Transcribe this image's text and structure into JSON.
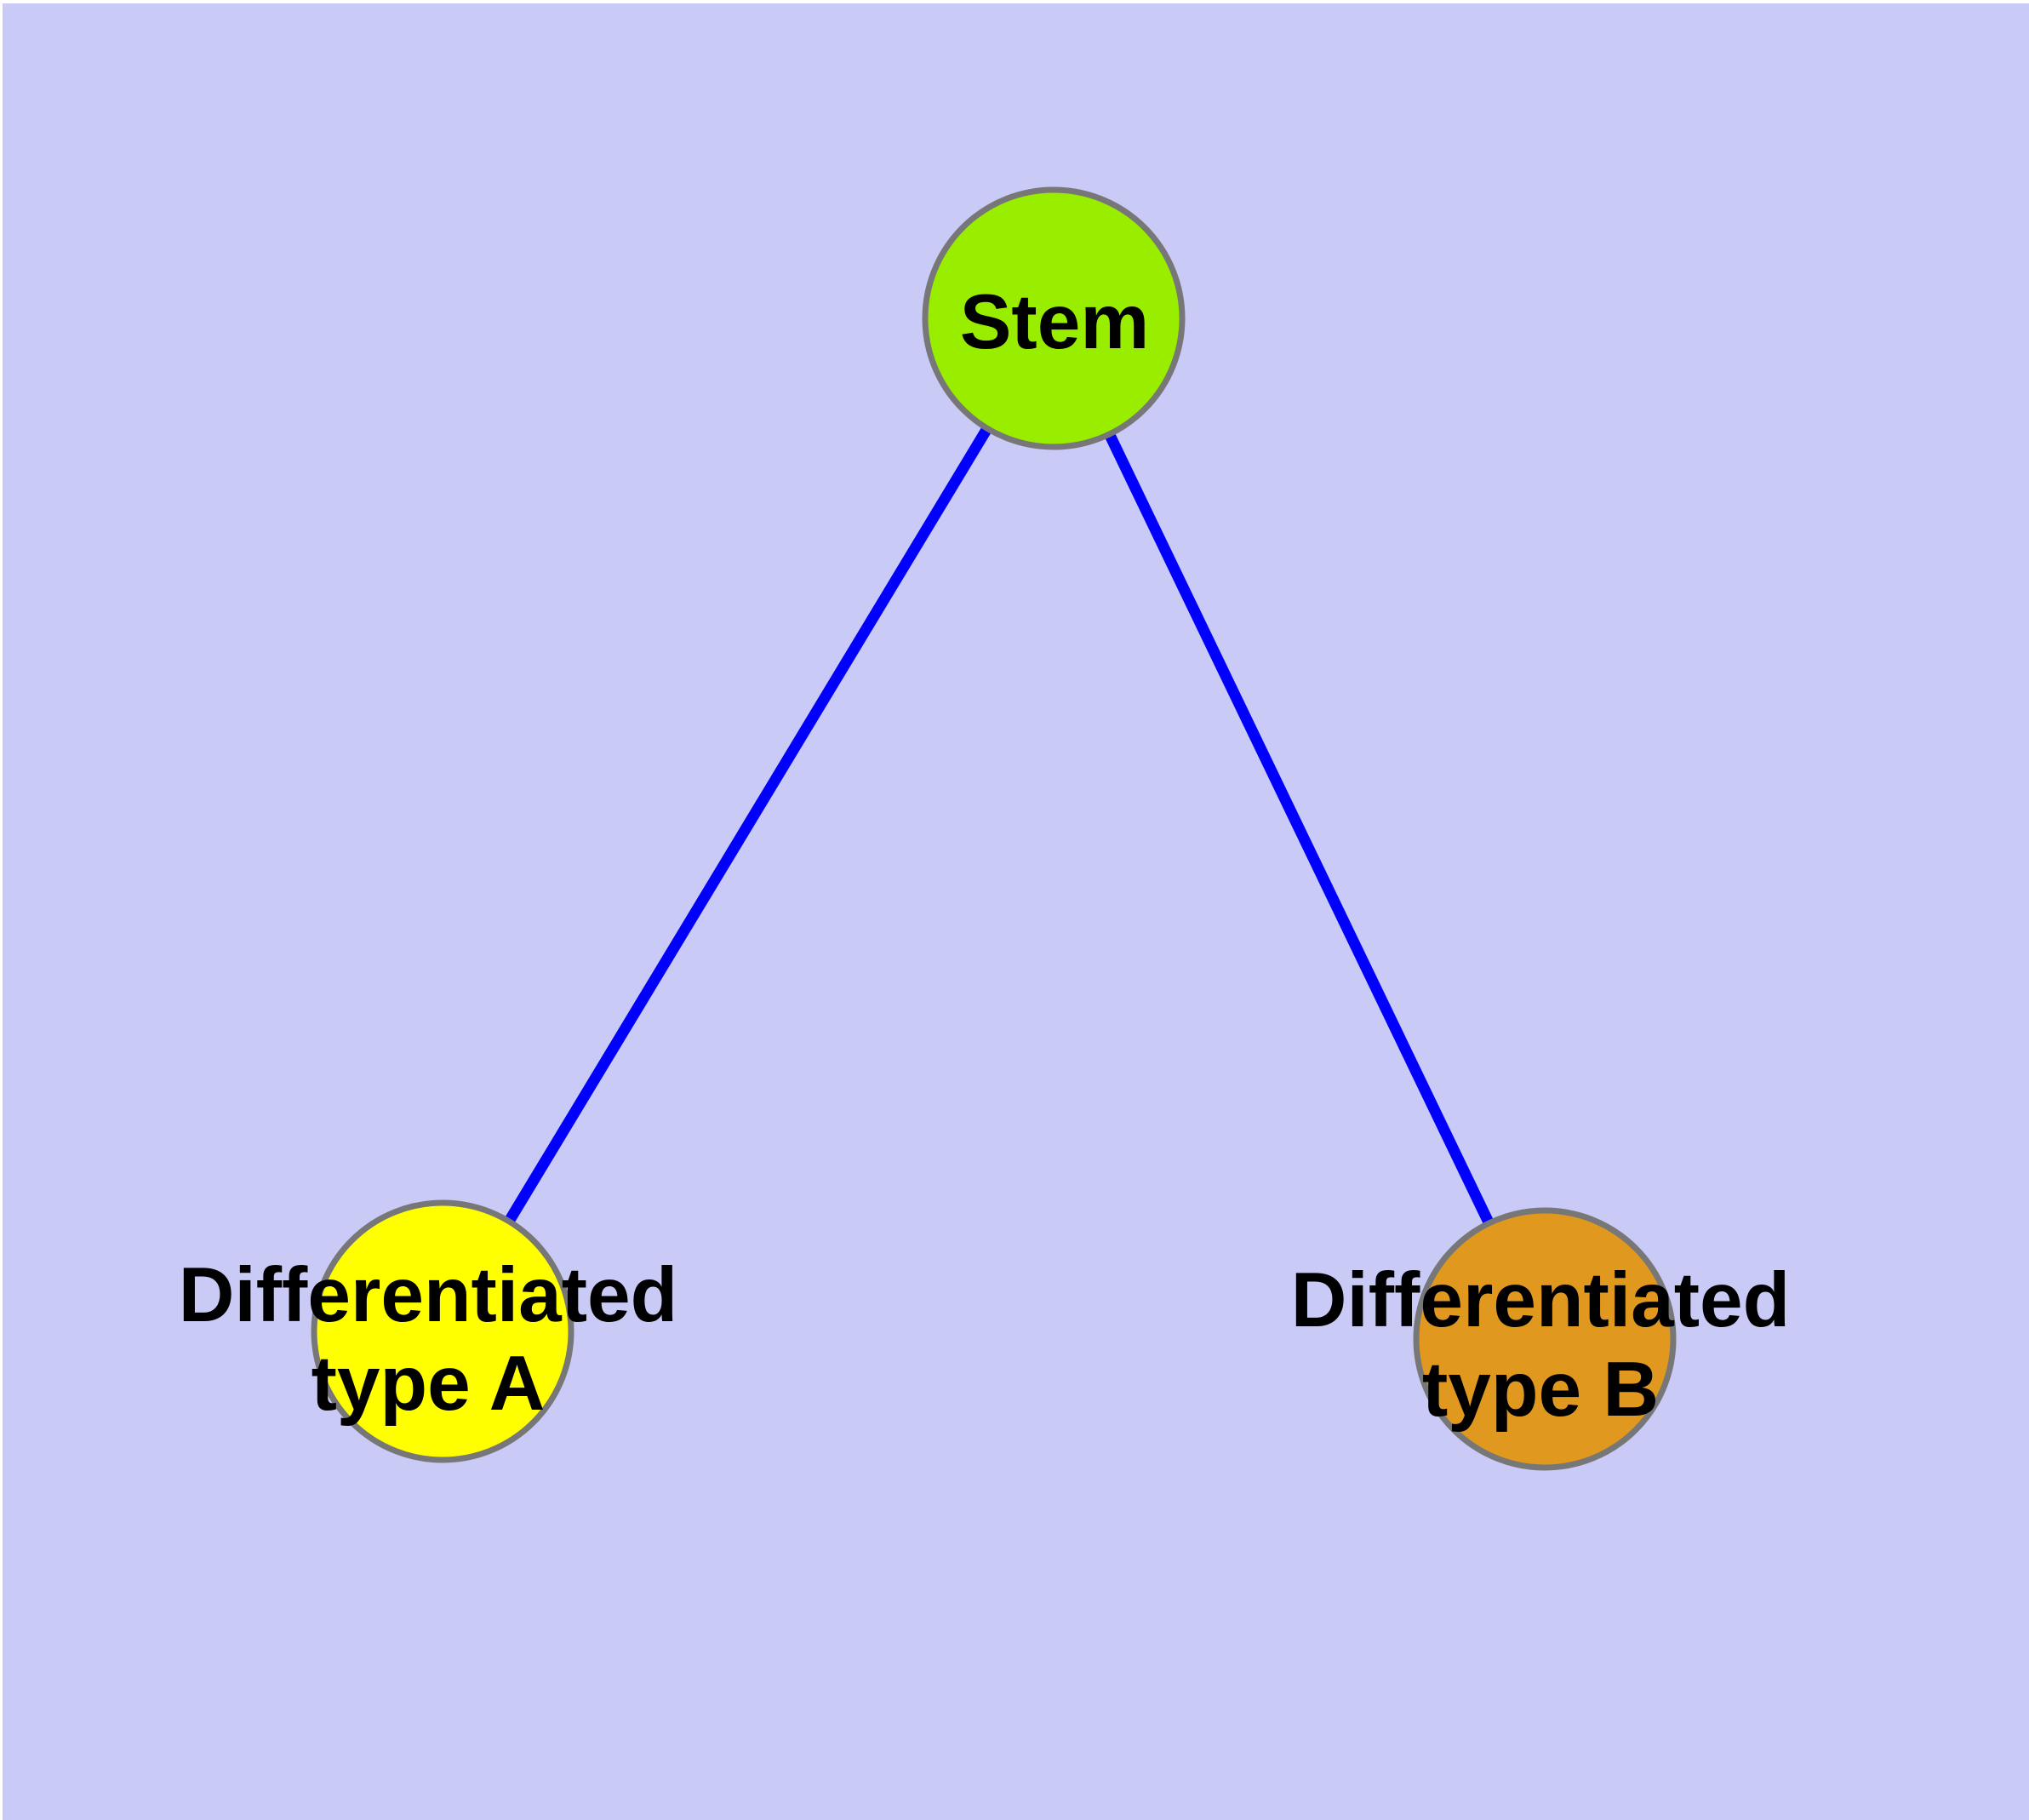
{
  "diagram": {
    "background_color": "#CACAF7",
    "edge_color": "#0000FC",
    "node_border_color": "#777777",
    "label_color": "#000000",
    "nodes": {
      "stem": {
        "label": "Stem",
        "fill": "#99EE00"
      },
      "type_a": {
        "label_line1": "Differentiated",
        "label_line2": "type A",
        "fill": "#FFFF00"
      },
      "type_b": {
        "label_line1": "Differentiated",
        "label_line2": "type B",
        "fill": "#E0981F"
      }
    },
    "edges": [
      {
        "from": "Stem",
        "to": "Differentiated type A"
      },
      {
        "from": "Stem",
        "to": "Differentiated type B"
      }
    ]
  }
}
